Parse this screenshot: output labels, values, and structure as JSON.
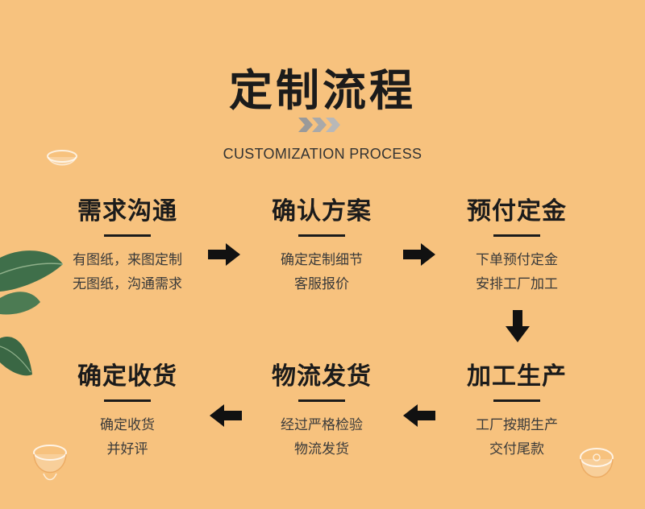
{
  "title": "定制流程",
  "subtitle": "CUSTOMIZATION PROCESS",
  "steps": [
    {
      "heading": "需求沟通",
      "line1": "有图纸，来图定制",
      "line2": "无图纸，沟通需求"
    },
    {
      "heading": "确认方案",
      "line1": "确定定制细节",
      "line2": "客服报价"
    },
    {
      "heading": "预付定金",
      "line1": "下单预付定金",
      "line2": "安排工厂加工"
    },
    {
      "heading": "加工生产",
      "line1": "工厂按期生产",
      "line2": "交付尾款"
    },
    {
      "heading": "物流发货",
      "line1": "经过严格检验",
      "line2": "物流发货"
    },
    {
      "heading": "确定收货",
      "line1": "确定收货",
      "line2": "并好评"
    }
  ],
  "colors": {
    "background": "#F7C27E",
    "text": "#1b1b1b",
    "leaf": "#3f6f4a"
  },
  "icons": [
    "chevron-right-icon",
    "arrow-right-icon",
    "arrow-down-icon",
    "arrow-left-icon",
    "leaf-icon",
    "glass-bowl-icon"
  ]
}
